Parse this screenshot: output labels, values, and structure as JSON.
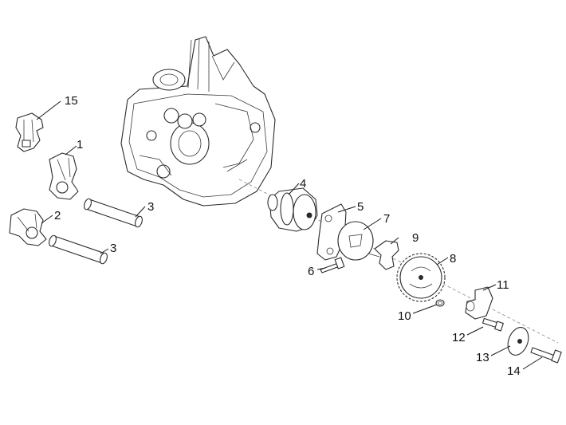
{
  "diagram": {
    "part_labels": [
      "15",
      "1",
      "3",
      "2",
      "3",
      "4",
      "5",
      "7",
      "6",
      "9",
      "8",
      "11",
      "10",
      "12",
      "13",
      "14"
    ]
  }
}
